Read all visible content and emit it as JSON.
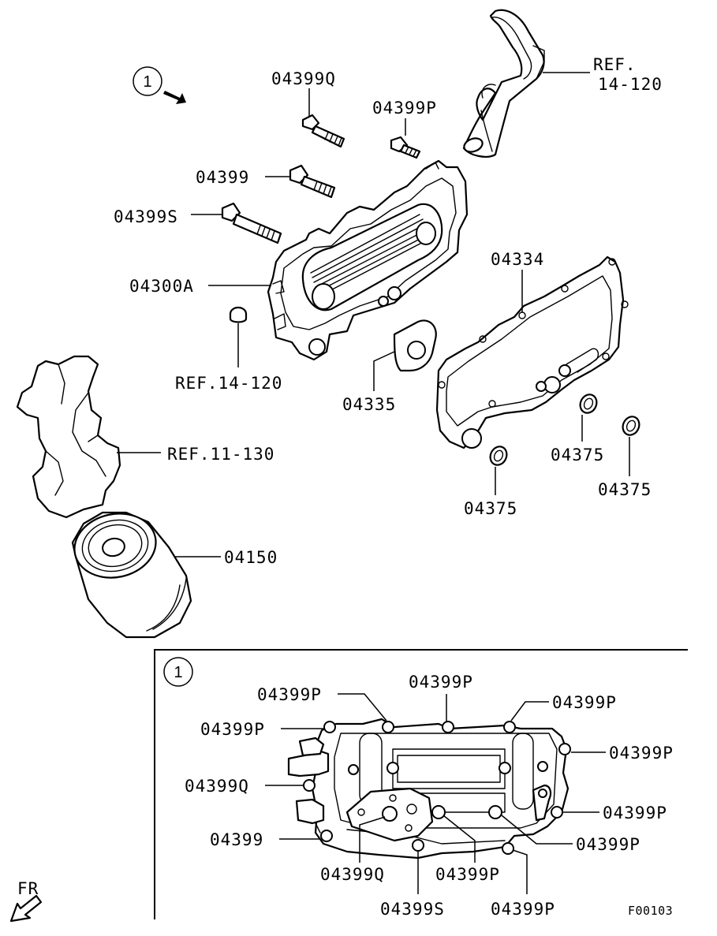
{
  "diagram": {
    "view_marker": "1",
    "inset_marker": "1",
    "direction_label": "FR",
    "figure_code": "F00103",
    "labels": {
      "p04399Q": "04399Q",
      "p04399P": "04399P",
      "p04399": "04399",
      "p04399S": "04399S",
      "p04300A": "04300A",
      "p04334": "04334",
      "p04335": "04335",
      "p04375": "04375",
      "p04150": "04150",
      "ref_14_120_line1": "REF.",
      "ref_14_120_line2": "14-120",
      "ref_14_120": "REF.14-120",
      "ref_11_130": "REF.11-130"
    },
    "inset_labels": {
      "p_top_center": "04399P",
      "p_top_left": "04399P",
      "p_top_right": "04399P",
      "p_left_upper": "04399P",
      "p_right_upper": "04399P",
      "q_left": "04399Q",
      "p_right_mid": "04399P",
      "bolt_left": "04399",
      "p_right_lower": "04399P",
      "q_bottom": "04399Q",
      "p_bottom_mid": "04399P",
      "s_bottom": "04399S",
      "p_bottom_right": "04399P"
    }
  }
}
